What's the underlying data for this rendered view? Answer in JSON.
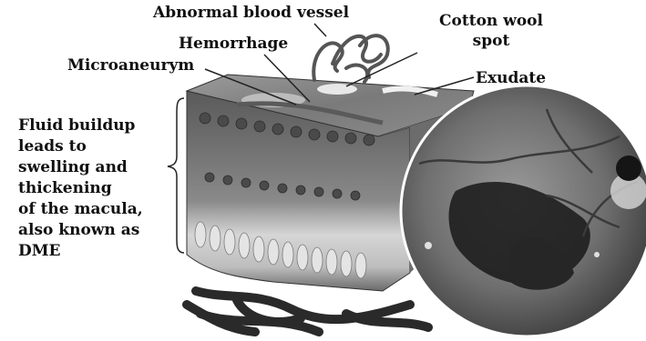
{
  "labels": {
    "abnormal_vessel": "Abnormal blood vessel",
    "hemorrhage": "Hemorrhage",
    "microaneurysm": "Microaneurym",
    "cotton_wool_line1": "Cotton wool",
    "cotton_wool_line2": "spot",
    "exudate": "Exudate"
  },
  "fluid_text": [
    "Fluid buildup",
    "leads to",
    "swelling and",
    "thickening",
    "of the macula,",
    "also known as",
    "DME"
  ]
}
